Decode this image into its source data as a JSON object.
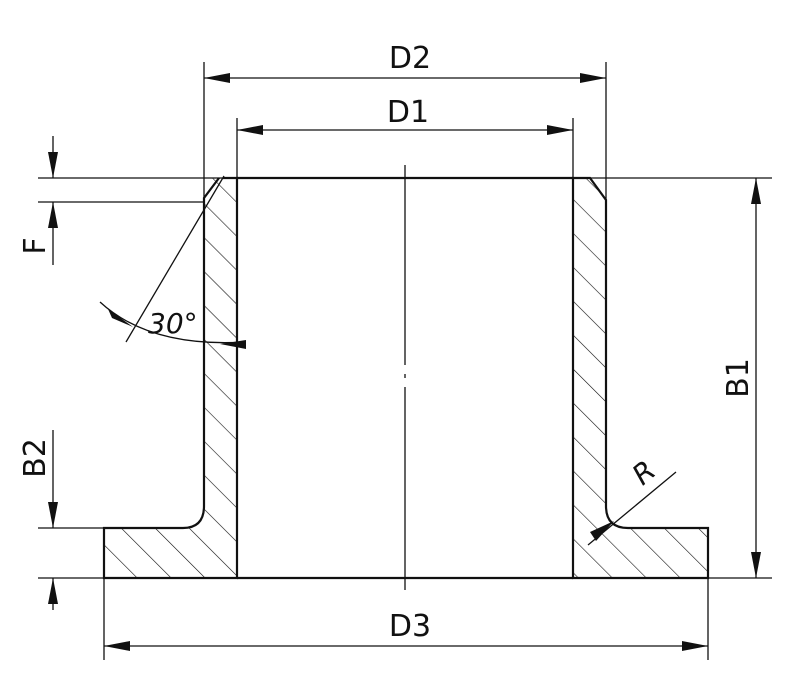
{
  "labels": {
    "d2": "D2",
    "d1": "D1",
    "d3": "D3",
    "f": "F",
    "b1": "B1",
    "b2": "B2",
    "r": "R",
    "angle": "30°"
  },
  "colors": {
    "line": "#111111",
    "background": "#ffffff"
  }
}
